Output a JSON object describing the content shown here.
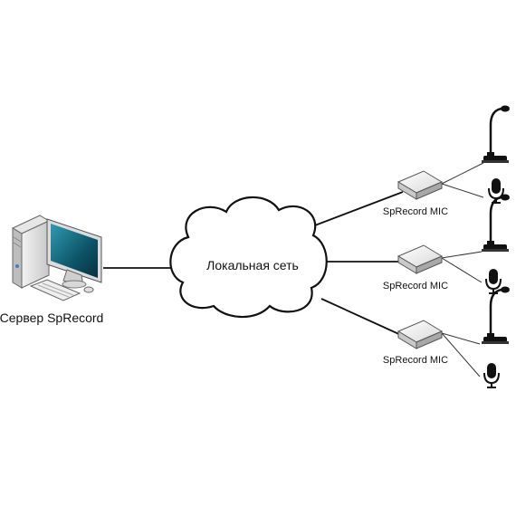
{
  "server": {
    "label": "Сервер SpRecord"
  },
  "network": {
    "label": "Локальная сеть"
  },
  "devices": [
    {
      "label": "SpRecord MIC"
    },
    {
      "label": "SpRecord MIC"
    },
    {
      "label": "SpRecord MIC"
    }
  ],
  "icons": {
    "server": "computer-icon",
    "network": "cloud-icon",
    "device": "router-box-icon",
    "mic_gooseneck": "gooseneck-microphone-icon",
    "mic_handheld": "microphone-icon"
  }
}
